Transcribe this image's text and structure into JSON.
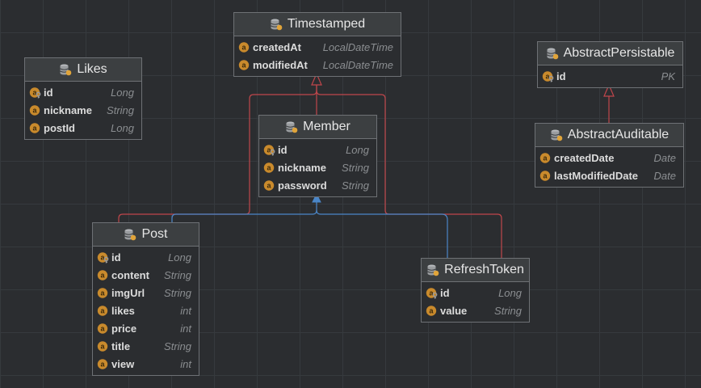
{
  "entities": [
    {
      "id": "timestamped",
      "name": "Timestamped",
      "attrs": [
        {
          "name": "createdAt",
          "type": "LocalDateTime",
          "key": false
        },
        {
          "name": "modifiedAt",
          "type": "LocalDateTime",
          "key": false
        }
      ]
    },
    {
      "id": "likes",
      "name": "Likes",
      "attrs": [
        {
          "name": "id",
          "type": "Long",
          "key": true
        },
        {
          "name": "nickname",
          "type": "String",
          "key": false
        },
        {
          "name": "postId",
          "type": "Long",
          "key": false
        }
      ]
    },
    {
      "id": "abstract-persistable",
      "name": "AbstractPersistable",
      "attrs": [
        {
          "name": "id",
          "type": "PK",
          "key": true
        }
      ]
    },
    {
      "id": "member",
      "name": "Member",
      "attrs": [
        {
          "name": "id",
          "type": "Long",
          "key": true
        },
        {
          "name": "nickname",
          "type": "String",
          "key": false
        },
        {
          "name": "password",
          "type": "String",
          "key": false
        }
      ]
    },
    {
      "id": "abstract-auditable",
      "name": "AbstractAuditable",
      "attrs": [
        {
          "name": "createdDate",
          "type": "Date",
          "key": false
        },
        {
          "name": "lastModifiedDate",
          "type": "Date",
          "key": false
        }
      ]
    },
    {
      "id": "post",
      "name": "Post",
      "attrs": [
        {
          "name": "id",
          "type": "Long",
          "key": true
        },
        {
          "name": "content",
          "type": "String",
          "key": false
        },
        {
          "name": "imgUrl",
          "type": "String",
          "key": false
        },
        {
          "name": "likes",
          "type": "int",
          "key": false
        },
        {
          "name": "price",
          "type": "int",
          "key": false
        },
        {
          "name": "title",
          "type": "String",
          "key": false
        },
        {
          "name": "view",
          "type": "int",
          "key": false
        }
      ]
    },
    {
      "id": "refresh-token",
      "name": "RefreshToken",
      "attrs": [
        {
          "name": "id",
          "type": "Long",
          "key": true
        },
        {
          "name": "value",
          "type": "String",
          "key": false
        }
      ]
    }
  ],
  "colors": {
    "inheritance_edge": "#c0464b",
    "association_edge": "#4a86c8",
    "attr_icon": "#c98a2c",
    "key_icon": "#9a9a9a"
  }
}
